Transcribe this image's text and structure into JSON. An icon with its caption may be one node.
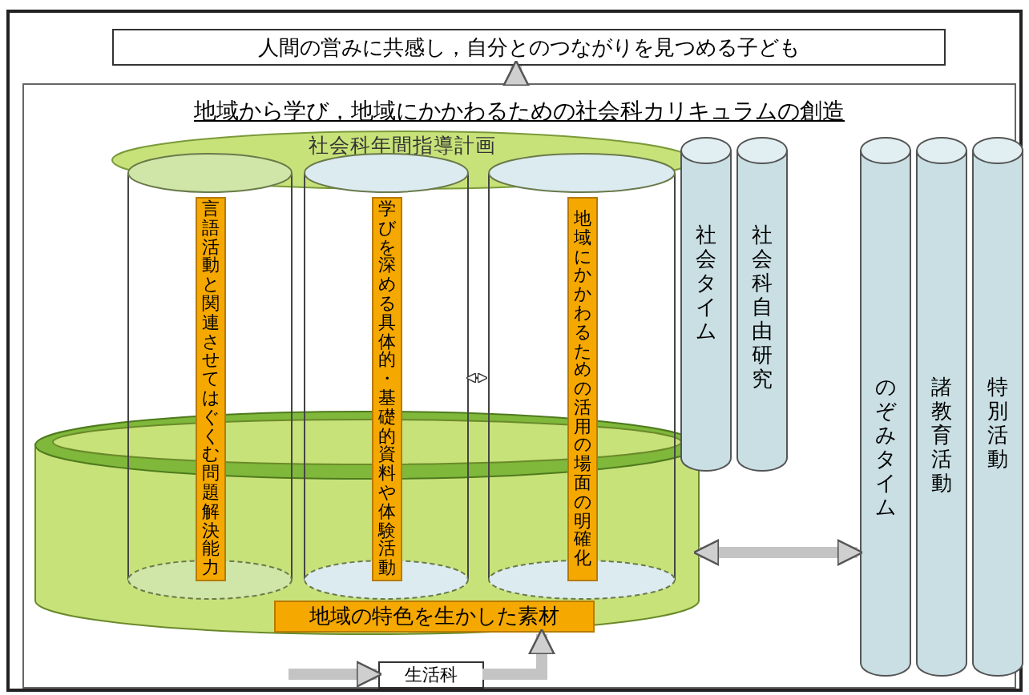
{
  "diagram": {
    "nodes": [
      {
        "text": [
          "人間の営みに共感し，自分とのつながりを見つめる子ども"
        ]
      },
      {
        "text": [
          "地域から学び，地域にかかわるための社会科カリキュラムの創造"
        ]
      },
      {
        "text": [
          "地域の特色を生かした素材"
        ],
        "in": 1
      },
      {
        "text": [
          "社会科年間指導計画"
        ],
        "in": 1
      },
      {
        "text": [],
        "shape": "cylinder",
        "in": 1
      },
      {
        "text": [],
        "shape": "cylinder",
        "in": 1
      },
      {
        "text": [],
        "shape": "cylinder",
        "in": 1
      },
      {
        "text": [
          "言語活動と関連させてはぐくむ問題解決能力"
        ],
        "in": 4
      },
      {
        "text": [
          "学びを深める具体的・基礎的資料や体験活動"
        ],
        "in": 5
      },
      {
        "text": [
          "地域にかかわるための活用の場面の明確化"
        ],
        "in": 6
      },
      {
        "text": [
          "社会タイム"
        ],
        "in": 1
      },
      {
        "text": [
          "社会科自由研究"
        ],
        "in": 1
      },
      {
        "text": [
          "のぞみタイム"
        ],
        "in": 1
      },
      {
        "text": [
          "諸教育活動"
        ],
        "in": 1
      },
      {
        "text": [
          "特別活動"
        ],
        "in": 1
      },
      {
        "text": [
          "生活科"
        ],
        "in": 1
      }
    ],
    "edges": [
      {
        "from": 1,
        "to": 0,
        "arrow": "to"
      },
      {
        "from": 5,
        "to": 6,
        "arrow": "both",
        "color": "#333333"
      },
      {
        "from": 2,
        "to": 12,
        "arrow": "both"
      },
      {
        "from": null,
        "to": 15,
        "arrow": "to"
      },
      {
        "from": 15,
        "to": 2,
        "arrow": "to"
      }
    ]
  }
}
